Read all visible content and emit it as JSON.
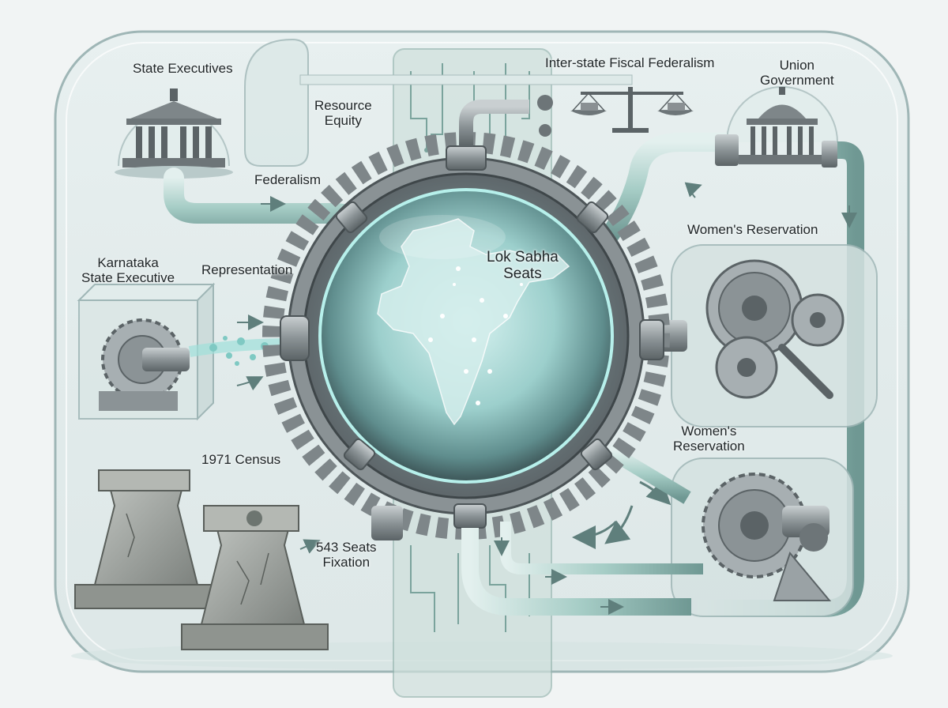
{
  "labels": {
    "state_executives": "State Executives",
    "resource_equity": "Resource\nEquity",
    "inter_state_fiscal": "Inter-state Fiscal Federalism",
    "union_government": "Union\nGovernment",
    "federalism": "Federalism",
    "womens_reservation_top": "Women's Reservation",
    "karnataka": "Karnataka\nState Executive",
    "representation": "Representation",
    "lok_sabha": "Lok Sabha\nSeats",
    "womens_reservation_bottom": "Women's\nReservation",
    "census_1971": "1971 Census",
    "seats_543": "543 Seats\nFixation"
  },
  "colors": {
    "background": "#f1f4f4",
    "glass": "#c9dcdb",
    "pipe_teal": "#9cc8c0",
    "metal": "#8f979a",
    "metal_dark": "#4d5558",
    "stone": "#9a9f9a",
    "text": "#202628",
    "glow": "#7fd8d2"
  }
}
